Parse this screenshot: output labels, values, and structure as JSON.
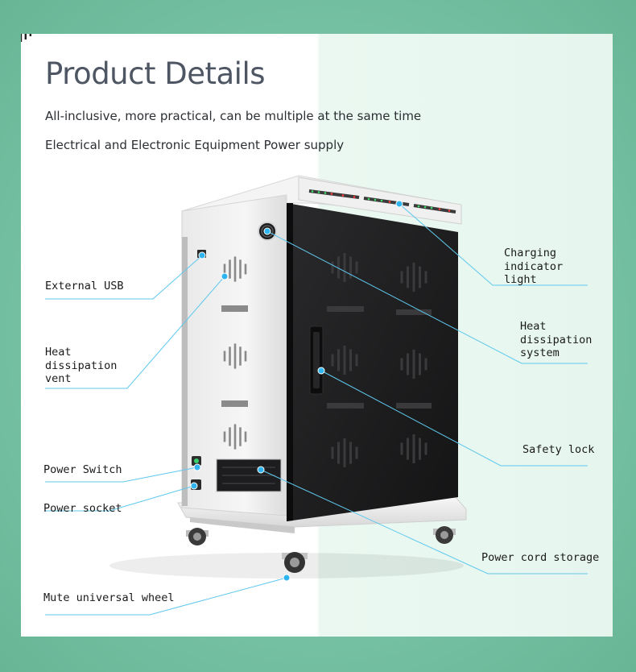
{
  "header": {
    "title": "Product Details",
    "subtitle_1": "All-inclusive, more practical, can be multiple at the same time",
    "subtitle_2": "Electrical and Electronic Equipment Power supply"
  },
  "callouts": {
    "external_usb": "External USB",
    "heat_dissipation_vent": "Heat\ndissipation\nvent",
    "power_switch": "Power Switch",
    "power_socket": "Power socket",
    "mute_universal_wheel": "Mute universal wheel",
    "charging_indicator_light": "Charging\nindicator\nlight",
    "heat_dissipation_system": "Heat\ndissipation\nsystem",
    "safety_lock": "Safety lock",
    "power_cord_storage": "Power cord storage"
  },
  "colors": {
    "background": "#78c3a6",
    "callout_line": "#5fc8ee",
    "callout_dot": "#2fb4f0",
    "cabinet_door": "#1c1c1e",
    "cabinet_body": "#f1f1f1"
  }
}
